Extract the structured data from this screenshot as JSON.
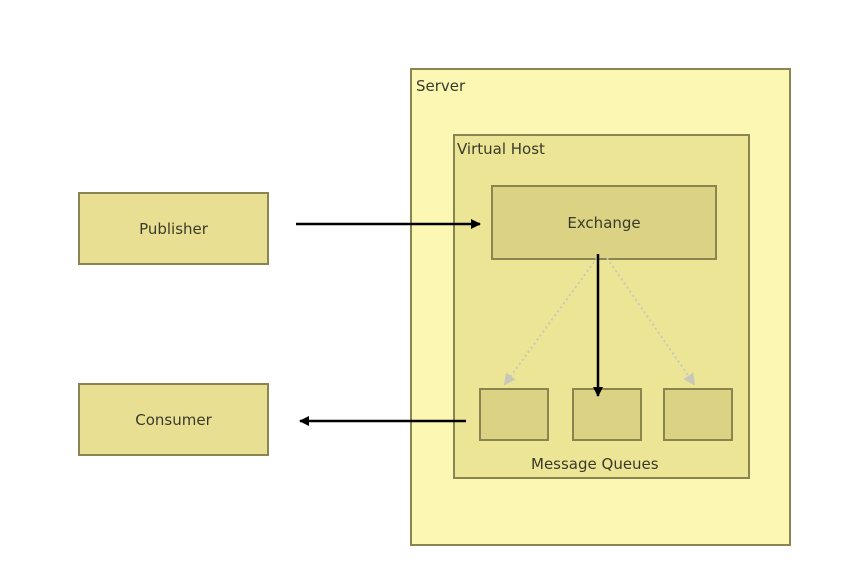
{
  "colors": {
    "server_fill": "#fdf7b4",
    "vhost_fill": "#ede596",
    "node_fill": "#e8df93",
    "exchange_fill": "#dbd283",
    "queue_fill": "#dbd283",
    "border": "#8a8450",
    "solid_arrow": "#000000",
    "dotted_arrow": "#c8c8b8"
  },
  "nodes": {
    "publisher": "Publisher",
    "consumer": "Consumer",
    "server": "Server",
    "virtual_host": "Virtual Host",
    "exchange": "Exchange",
    "message_queues": "Message Queues"
  },
  "queues": [
    {
      "id": "queue-1"
    },
    {
      "id": "queue-2"
    },
    {
      "id": "queue-3"
    }
  ],
  "edges": [
    {
      "from": "Publisher",
      "to": "Exchange",
      "style": "solid"
    },
    {
      "from": "Exchange",
      "to": "queue-1",
      "style": "dotted"
    },
    {
      "from": "Exchange",
      "to": "queue-2",
      "style": "solid"
    },
    {
      "from": "Exchange",
      "to": "queue-3",
      "style": "dotted"
    },
    {
      "from": "queue-1",
      "to": "Consumer",
      "style": "solid"
    }
  ]
}
